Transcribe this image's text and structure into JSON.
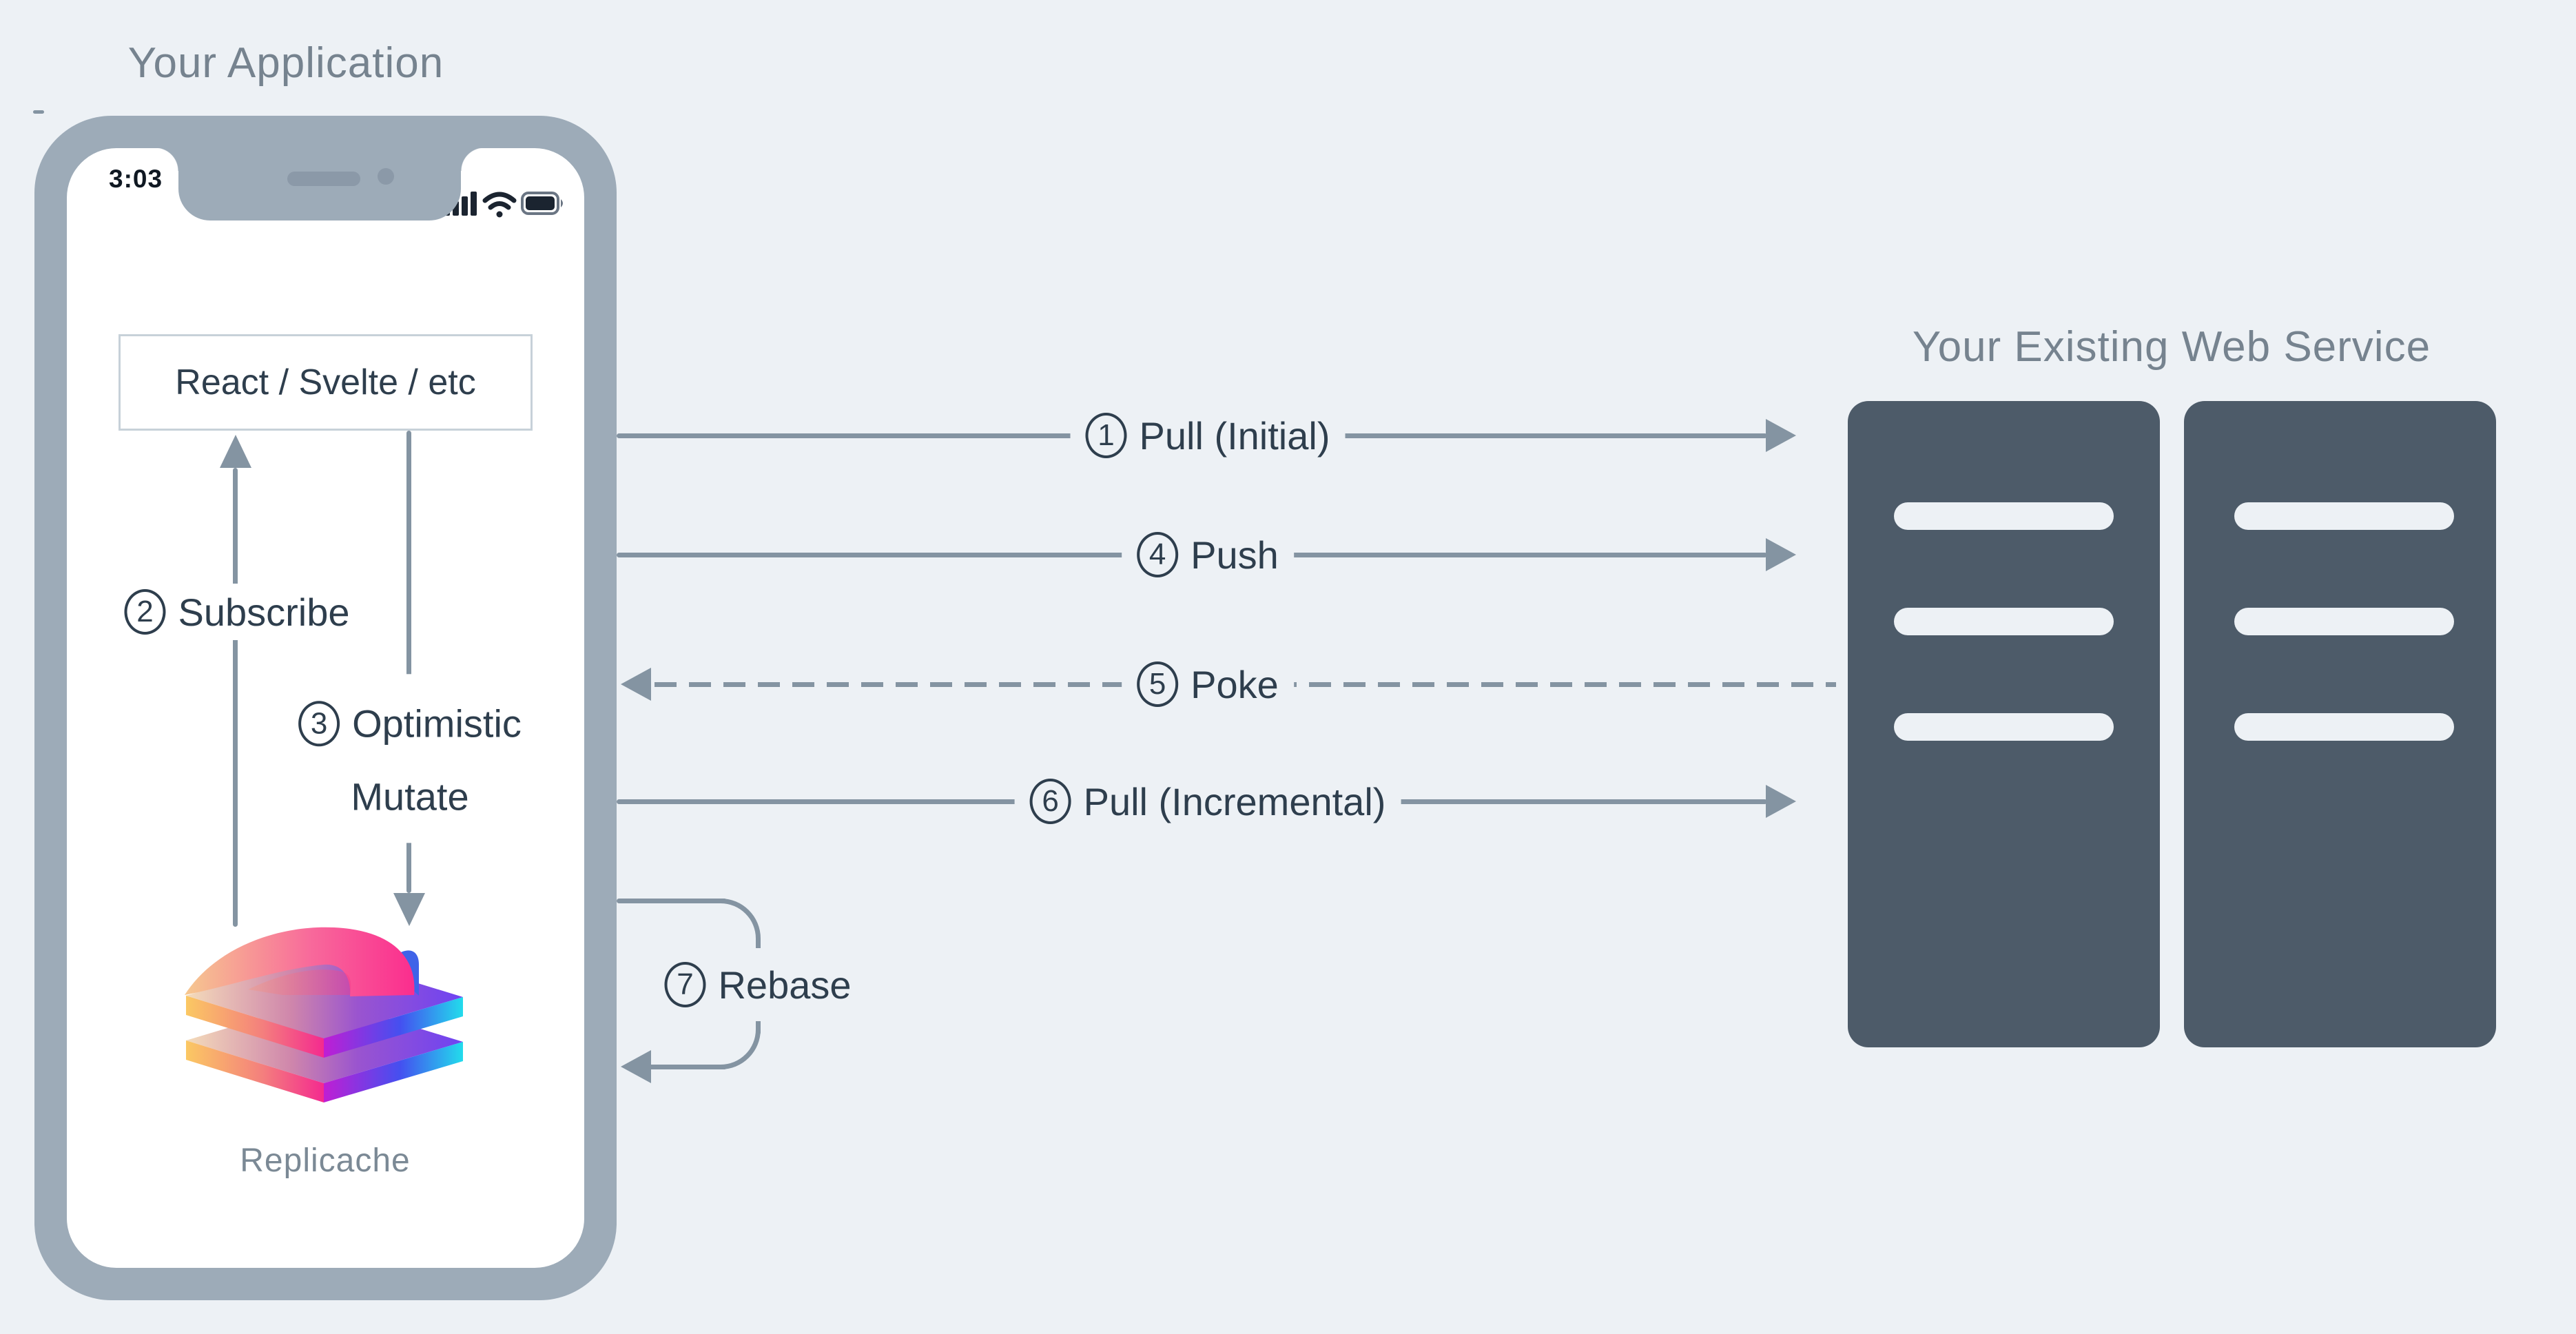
{
  "application": {
    "title": "Your Application",
    "phone": {
      "status_time": "3:03",
      "status_icons": [
        "signal-icon",
        "wifi-icon",
        "battery-icon"
      ],
      "ui_framework_box": "React / Svelte / etc",
      "logo_label": "Replicache"
    }
  },
  "web_service": {
    "title": "Your Existing Web Service",
    "racks": [
      {
        "slots": 3
      },
      {
        "slots": 3
      }
    ]
  },
  "flows": {
    "pull_initial": {
      "num": "1",
      "label": "Pull (Initial)",
      "style": "solid",
      "direction": "app-to-server"
    },
    "subscribe": {
      "num": "2",
      "label": "Subscribe",
      "style": "solid",
      "direction": "replicache-to-ui"
    },
    "optimistic_mutate": {
      "num": "3",
      "line1": "Optimistic",
      "line2": "Mutate",
      "style": "solid",
      "direction": "ui-to-replicache"
    },
    "push": {
      "num": "4",
      "label": "Push",
      "style": "solid",
      "direction": "app-to-server"
    },
    "poke": {
      "num": "5",
      "label": "Poke",
      "style": "dashed",
      "direction": "server-to-app"
    },
    "pull_incremental": {
      "num": "6",
      "label": "Pull (Incremental)",
      "style": "solid",
      "direction": "app-to-server"
    },
    "rebase": {
      "num": "7",
      "label": "Rebase",
      "style": "solid",
      "direction": "self-loop"
    }
  },
  "colors": {
    "background": "#edf1f5",
    "phone_frame": "#9dabb8",
    "arrow": "#8494a2",
    "dark_text": "#2e3e4d",
    "muted_title": "#76838f",
    "rack": "#4d5b69",
    "box_border": "#c7d1d9"
  }
}
